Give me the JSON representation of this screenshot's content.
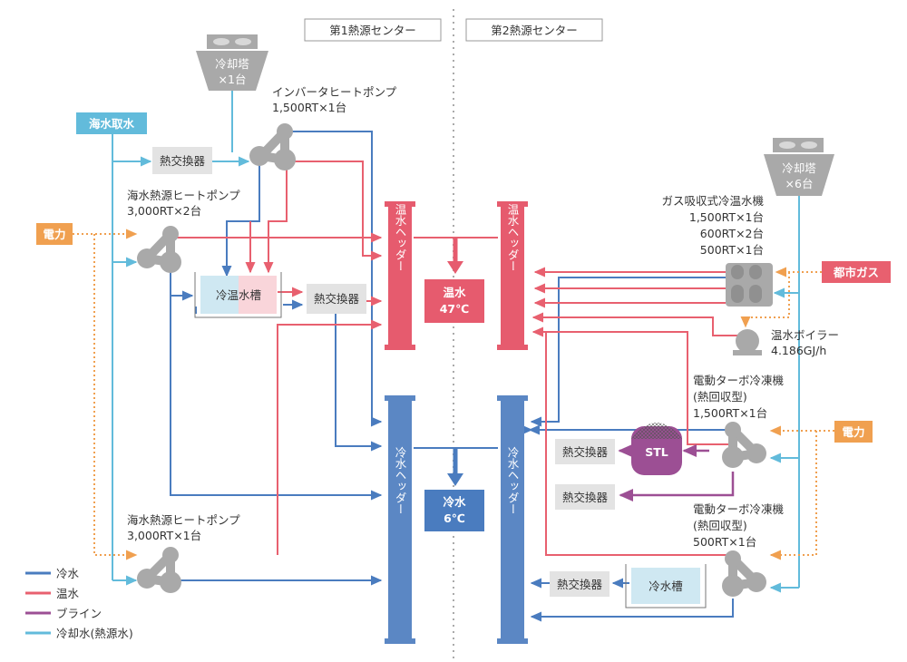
{
  "centers": {
    "c1": "第1熱源センター",
    "c2": "第2熱源センター"
  },
  "cooling_tower_1": {
    "name": "冷却塔",
    "qty": "×1台"
  },
  "cooling_tower_6": {
    "name": "冷却塔",
    "qty": "×6台"
  },
  "inverter_hp": {
    "name": "インバータヒートポンプ",
    "spec": "1,500RT×1台"
  },
  "seawater_intake": "海水取水",
  "hx": "熱交換器",
  "seawater_hp_2": {
    "name": "海水熱源ヒートポンプ",
    "spec": "3,000RT×2台"
  },
  "seawater_hp_1": {
    "name": "海水熱源ヒートポンプ",
    "spec": "3,000RT×1台"
  },
  "electricity": "電力",
  "city_gas": "都市ガス",
  "tank_hot_cold": "冷温水槽",
  "tank_cold": "冷水槽",
  "hot_header": "温水ヘッダー",
  "cold_header": "冷水ヘッダー",
  "hot_supply": {
    "label": "温水",
    "temp": "47℃"
  },
  "cold_supply": {
    "label": "冷水",
    "temp": "6℃"
  },
  "gas_chiller": {
    "name": "ガス吸収式冷温水機",
    "spec1": "1,500RT×1台",
    "spec2": "600RT×2台",
    "spec3": "500RT×1台"
  },
  "boiler": {
    "name": "温水ボイラー",
    "spec": "4.186GJ/h"
  },
  "turbo_1": {
    "name": "電動ターボ冷凍機",
    "sub": "(熱回収型)",
    "spec": "1,500RT×1台"
  },
  "turbo_2": {
    "name": "電動ターボ冷凍機",
    "sub": "(熱回収型)",
    "spec": "500RT×1台"
  },
  "stl": "STL",
  "legend": [
    "冷水",
    "温水",
    "ブライン",
    "冷却水(熱源水)"
  ],
  "colors": {
    "cold": "#4a7cbf",
    "hot": "#e8606f",
    "brine": "#9c4f94",
    "cooling": "#62bbdb",
    "power": "#f0a050",
    "gray": "#a9a9a9",
    "hot_header": "#e65b6e",
    "cold_header": "#5b87c4"
  }
}
